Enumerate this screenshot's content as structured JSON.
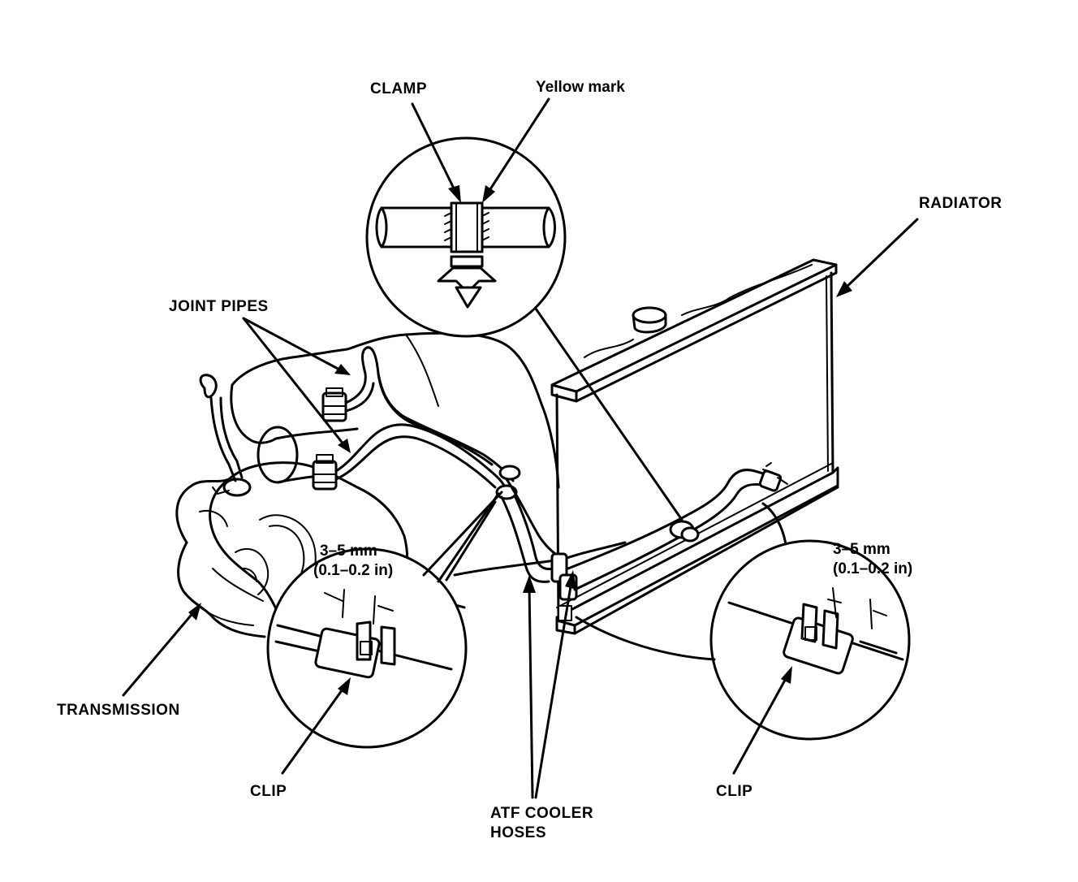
{
  "labels": {
    "clamp": "CLAMP",
    "yellow_mark": "Yellow mark",
    "radiator": "RADIATOR",
    "joint_pipes": "JOINT PIPES",
    "dim_left_mm": "3–5 mm",
    "dim_left_in": "(0.1–0.2 in)",
    "dim_right_mm": "3–5 mm",
    "dim_right_in": "(0.1–0.2 in)",
    "transmission": "TRANSMISSION",
    "clip_left": "CLIP",
    "atf_line1": "ATF COOLER",
    "atf_line2": "HOSES",
    "clip_right": "CLIP"
  },
  "colors": {
    "ink": "#000000",
    "paper": "#ffffff"
  }
}
